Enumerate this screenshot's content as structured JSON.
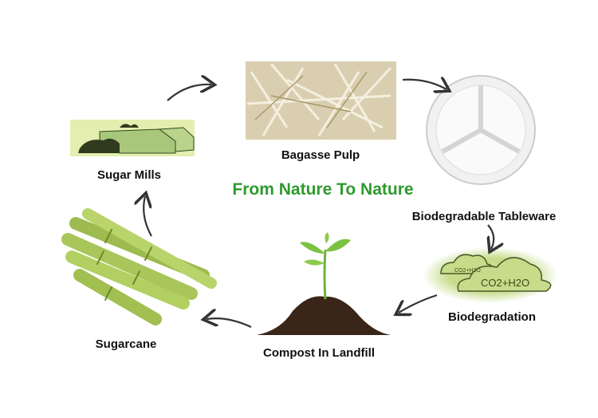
{
  "title": "From Nature To Nature",
  "stages": {
    "sugar_mills": "Sugar Mills",
    "bagasse_pulp": "Bagasse Pulp",
    "tableware": "Biodegradable Tableware",
    "biodegradation": "Biodegradation",
    "compost": "Compost In Landfill",
    "sugarcane": "Sugarcane"
  },
  "cloud_text_small": "CO2+H2O",
  "cloud_text_large": "CO2+H2O",
  "colors": {
    "title": "#2e9a2e",
    "mill_bg": "#e4eeb0",
    "cloud": "#c6dc8a",
    "cane": "#a8c65a"
  }
}
